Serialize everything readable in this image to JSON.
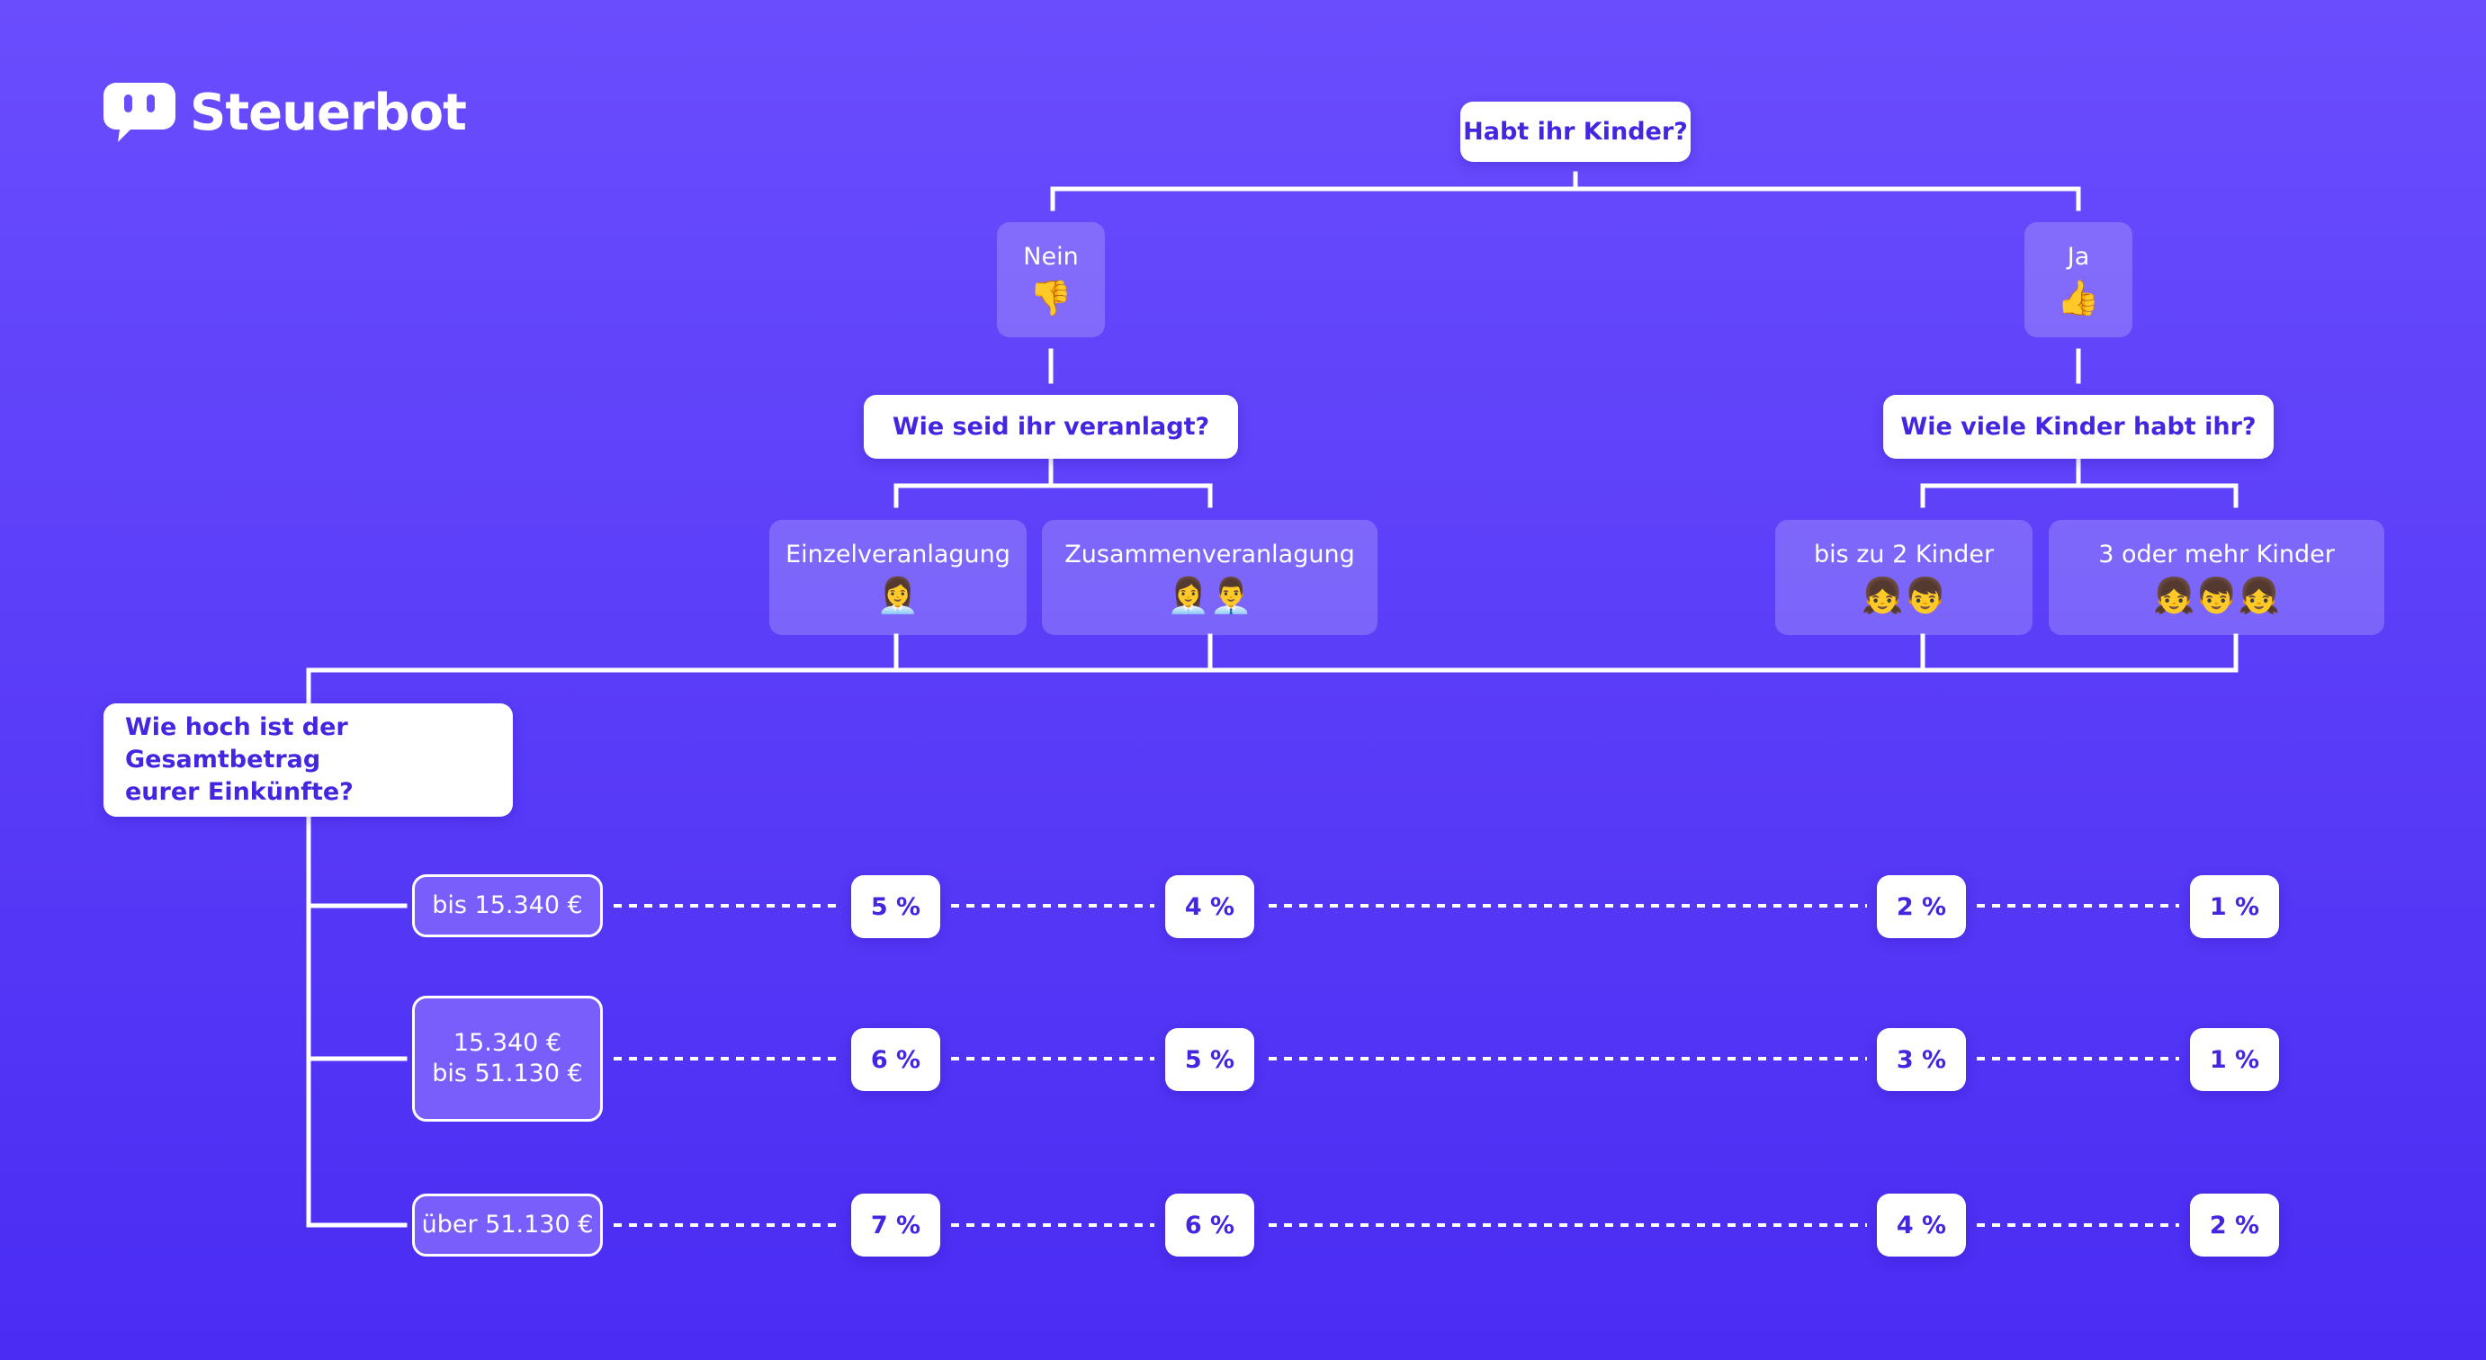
{
  "brand": {
    "name": "Steuerbot",
    "logo_icon": "robot-face-icon"
  },
  "questions": {
    "children": "Habt ihr Kinder?",
    "assessment": "Wie seid ihr veranlagt?",
    "count": "Wie viele Kinder habt ihr?",
    "income_line1": "Wie hoch ist der Gesamtbetrag",
    "income_line2": "eurer Einkünfte?"
  },
  "answers": {
    "no": {
      "label": "Nein",
      "emoji": "👎"
    },
    "yes": {
      "label": "Ja",
      "emoji": "👍"
    },
    "single": {
      "label": "Einzelveranlagung",
      "emoji": "👩‍💼"
    },
    "joint": {
      "label": "Zusammenveranlagung",
      "emoji": "👩‍💼👨‍💼"
    },
    "up_to_two": {
      "label": "bis zu 2 Kinder",
      "emoji": "👧👦"
    },
    "three_plus": {
      "label": "3 oder mehr Kinder",
      "emoji": "👧👦👧"
    }
  },
  "income_ranges": [
    {
      "line1": "bis 15.340 €",
      "line2": ""
    },
    {
      "line1": "15.340 €",
      "line2": "bis 51.130 €"
    },
    {
      "line1": "über 51.130 €",
      "line2": ""
    }
  ],
  "rates": [
    [
      "5 %",
      "4 %",
      "2 %",
      "1 %"
    ],
    [
      "6 %",
      "5 %",
      "3 %",
      "1 %"
    ],
    [
      "7 %",
      "6 %",
      "4 %",
      "2 %"
    ]
  ],
  "colors": {
    "background_top": "#6a4dfd",
    "background_bottom": "#4a2cf3",
    "accent_text": "#4326e0",
    "line": "#ffffff"
  }
}
